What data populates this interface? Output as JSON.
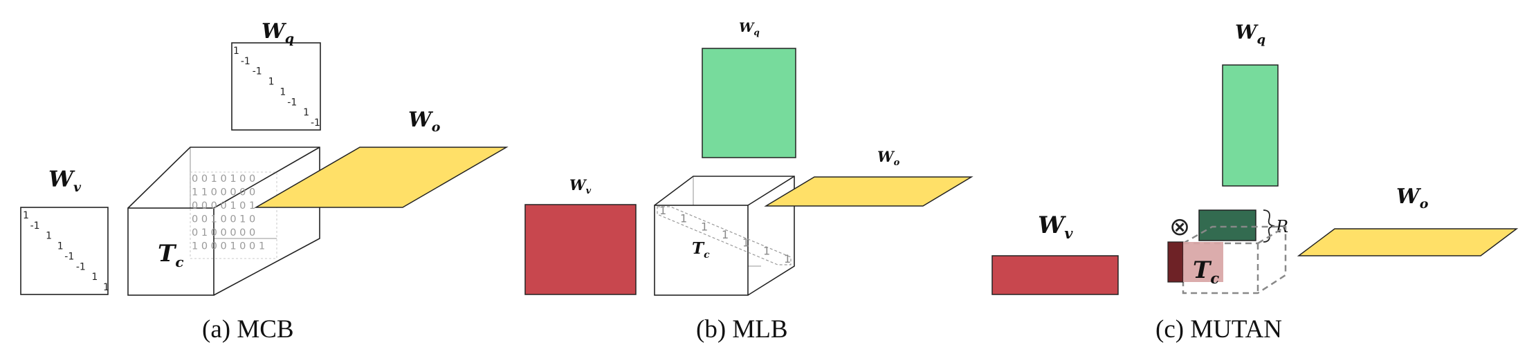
{
  "colors": {
    "wq_green": "#77db9c",
    "wv_red": "#c8474e",
    "wo_yellow": "#ffe068",
    "core_dark_green": "#336b50",
    "core_dark_red": "#6e2226",
    "core_pink": "#d8a5a5"
  },
  "panel_a": {
    "caption": "(a)  MCB",
    "wq_base": "W",
    "wq_sub": "q",
    "wv_base": "W",
    "wv_sub": "v",
    "wo_base": "W",
    "wo_sub": "o",
    "tc_base": "T",
    "tc_sub": "c",
    "wq_diag": [
      "1",
      "-1",
      "-1",
      "1",
      "1",
      "-1",
      "1",
      "-1"
    ],
    "wv_diag": [
      "1",
      "-1",
      "1",
      "1",
      "-1",
      "-1",
      "1",
      "1"
    ],
    "tensor_rows": [
      "0 0 1 0 1 0 0",
      "1 1 0 0 0 0 0",
      "0 0 0 0 1 0 1",
      "0 0 1 0 0 1 0",
      "0 1 0 0 0 0 0",
      "1 0 0 0 1 0 0 1"
    ]
  },
  "panel_b": {
    "caption": "(b)  MLB",
    "wq_base": "W",
    "wq_sub": "q",
    "wv_base": "W",
    "wv_sub": "v",
    "wo_base": "W",
    "wo_sub": "o",
    "tc_base": "T",
    "tc_sub": "c",
    "diag_ones": [
      "1",
      "1",
      "1",
      "1",
      "1",
      "1",
      "1"
    ]
  },
  "panel_c": {
    "caption": "(c)  MUTAN",
    "wq_base": "W",
    "wq_sub": "q",
    "wv_base": "W",
    "wv_sub": "v",
    "wo_base": "W",
    "wo_sub": "o",
    "tc_base": "T",
    "tc_sub": "c",
    "rank_label": "R",
    "otimes": "⊗"
  }
}
